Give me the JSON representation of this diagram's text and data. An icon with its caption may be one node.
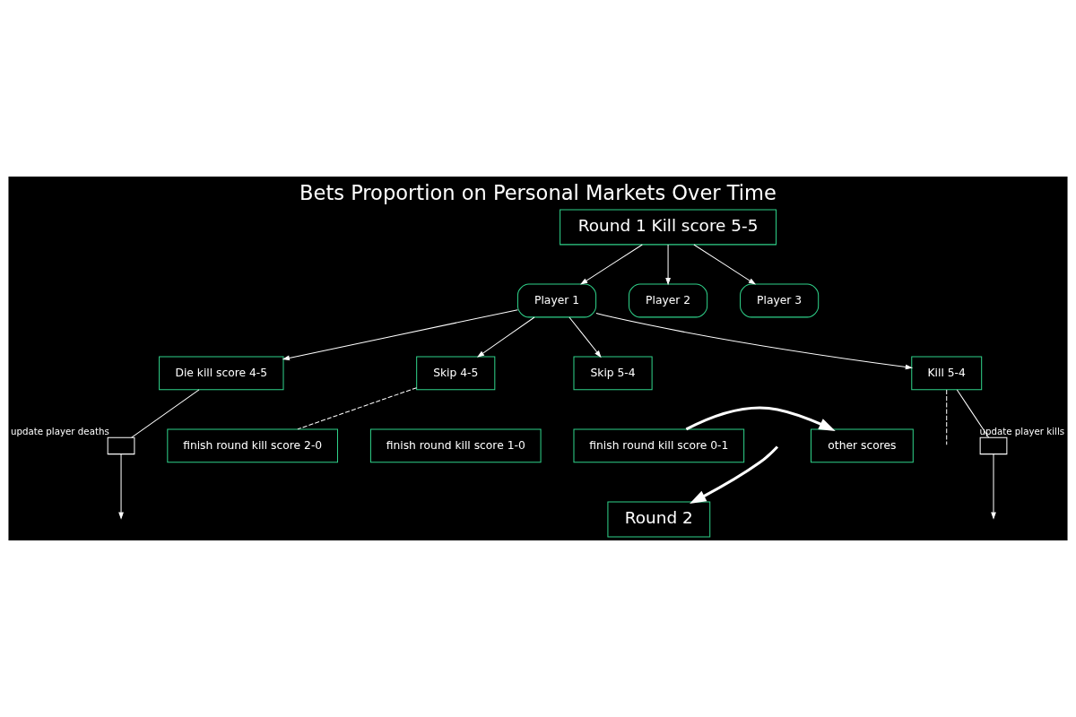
{
  "diagram": {
    "title": "Bets Proportion on Personal Markets Over Time",
    "nodes": [
      {
        "text": [
          "Round 1 Kill score 5-5"
        ]
      },
      {
        "text": [
          "Player 1"
        ]
      },
      {
        "text": [
          "Player 2"
        ]
      },
      {
        "text": [
          "Player 3"
        ]
      },
      {
        "text": [
          "Die kill score 4-5"
        ]
      },
      {
        "text": [
          "Skip 4-5"
        ]
      },
      {
        "text": [
          "Skip 5-4"
        ]
      },
      {
        "text": [
          "Kill 5-4"
        ]
      },
      {
        "text": [
          "finish round kill score 2-0"
        ]
      },
      {
        "text": [
          "finish round kill score 1-0"
        ]
      },
      {
        "text": [
          "finish round kill score 0-1"
        ]
      },
      {
        "text": [
          "other scores"
        ]
      },
      {
        "text": [
          "Round 2"
        ]
      },
      {
        "text": [],
        "shape": "box",
        "beside": [
          "update player kills"
        ]
      },
      {
        "text": [],
        "shape": "box",
        "beside": [
          "update player deaths"
        ]
      }
    ],
    "edges": [
      {
        "from": 0,
        "to": 1,
        "arrow": "to"
      },
      {
        "from": 0,
        "to": 2,
        "arrow": "to"
      },
      {
        "from": 0,
        "to": 3,
        "arrow": "to"
      },
      {
        "from": 1,
        "to": 4,
        "arrow": "to"
      },
      {
        "from": 1,
        "to": 5,
        "arrow": "to"
      },
      {
        "from": 1,
        "to": 6,
        "arrow": "to"
      },
      {
        "from": 1,
        "to": 7,
        "arrow": "to"
      },
      {
        "from": 7,
        "to": 13,
        "arrow": "none"
      },
      {
        "from": 13,
        "to": null,
        "arrow": "to"
      },
      {
        "from": 4,
        "to": 14,
        "arrow": "none"
      },
      {
        "from": 14,
        "to": null,
        "arrow": "to"
      },
      {
        "from": 5,
        "to": 8,
        "arrow": "none",
        "style": "dashed"
      },
      {
        "from": 7,
        "to": null,
        "arrow": "none",
        "style": "dashed"
      },
      {
        "from": 10,
        "to": 11,
        "arrow": "to",
        "style": "thick"
      },
      {
        "from": null,
        "to": 12,
        "arrow": "to",
        "style": "thick"
      }
    ]
  }
}
